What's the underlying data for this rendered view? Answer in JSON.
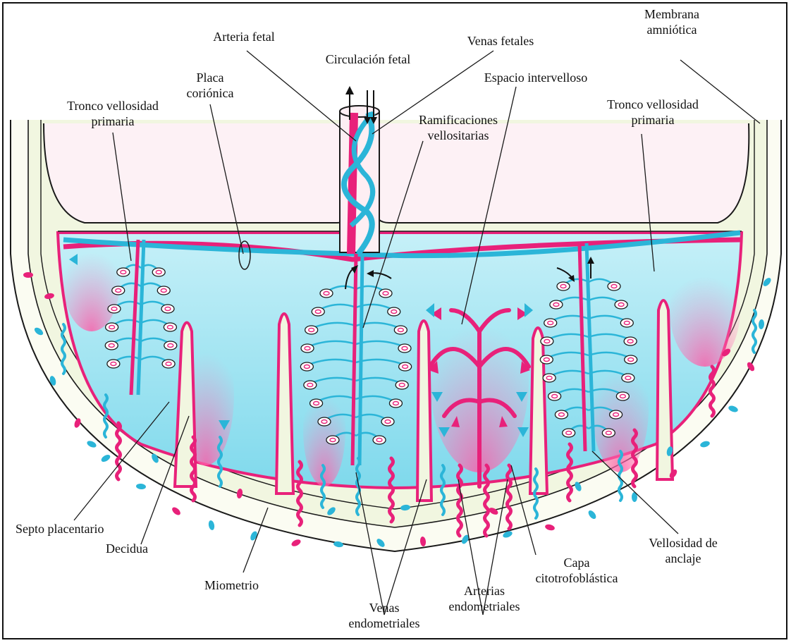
{
  "labels": {
    "arteria_fetal": "Arteria fetal",
    "circulacion_fetal": "Circulación fetal",
    "venas_fetales": "Venas fetales",
    "membrana_amniotica_1": "Membrana",
    "membrana_amniotica_2": "amniótica",
    "placa_corionica_1": "Placa",
    "placa_corionica_2": "coriónica",
    "espacio_intervelloso": "Espacio intervelloso",
    "tronco_left_1": "Tronco vellosidad",
    "tronco_left_2": "primaria",
    "tronco_right_1": "Tronco vellosidad",
    "tronco_right_2": "primaria",
    "ramificaciones_1": "Ramificaciones",
    "ramificaciones_2": "vellositarias",
    "septo_placentario": "Septo placentario",
    "decidua": "Decidua",
    "miometrio": "Miometrio",
    "venas_endometriales_1": "Venas",
    "venas_endometriales_2": "endometriales",
    "arterias_endometriales_1": "Arterias",
    "arterias_endometriales_2": "endometriales",
    "capa_1": "Capa",
    "capa_2": "citotrofoblástica",
    "vellosidad_anclaje_1": "Vellosidad de",
    "vellosidad_anclaje_2": "anclaje"
  },
  "colors": {
    "artery": "#e8217a",
    "vein": "#2bb5d8",
    "intervillous": "#b8ecf5",
    "decidua": "#f3f8e4",
    "amnion": "#fdf0f4",
    "outline": "#1a1a1a"
  }
}
